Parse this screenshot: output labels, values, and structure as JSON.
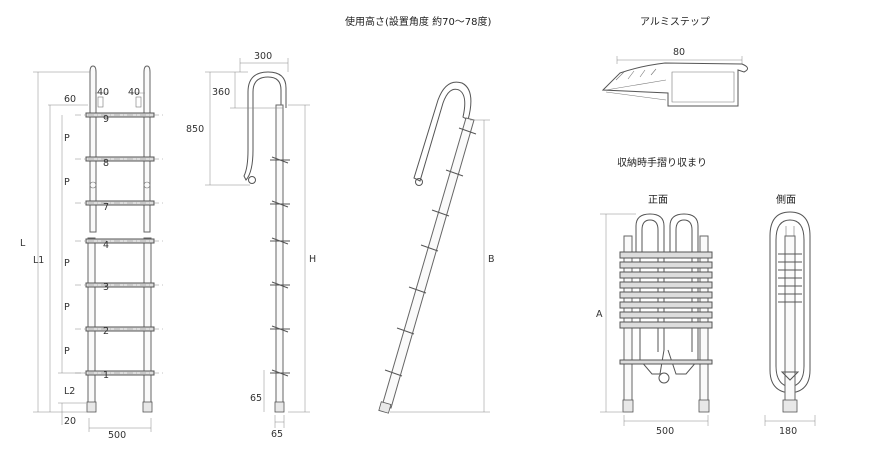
{
  "labels": {
    "title_usage": "使用高さ(設置角度 約70～78度)",
    "title_aluminum_step": "アルミステップ",
    "title_storage": "収納時手摺り収まり",
    "front_view": "正面",
    "side_view": "側面"
  },
  "front": {
    "dim_60": "60",
    "dim_40_left": "40",
    "dim_40_right": "40",
    "dim_P": "P",
    "dim_L": "L",
    "dim_L1": "L1",
    "dim_L2": "L2",
    "dim_20": "20",
    "dim_500": "500",
    "step_1": "1",
    "step_2": "2",
    "step_3": "3",
    "step_4": "4",
    "step_7": "7",
    "step_8": "8",
    "step_9": "9"
  },
  "side": {
    "dim_300": "300",
    "dim_360": "360",
    "dim_850": "850",
    "dim_H": "H",
    "dim_65_vertical": "65",
    "dim_65_bottom": "65"
  },
  "angled": {
    "dim_B": "B"
  },
  "step_profile": {
    "dim_80": "80"
  },
  "storage": {
    "dim_A": "A",
    "dim_500": "500",
    "dim_180": "180"
  }
}
